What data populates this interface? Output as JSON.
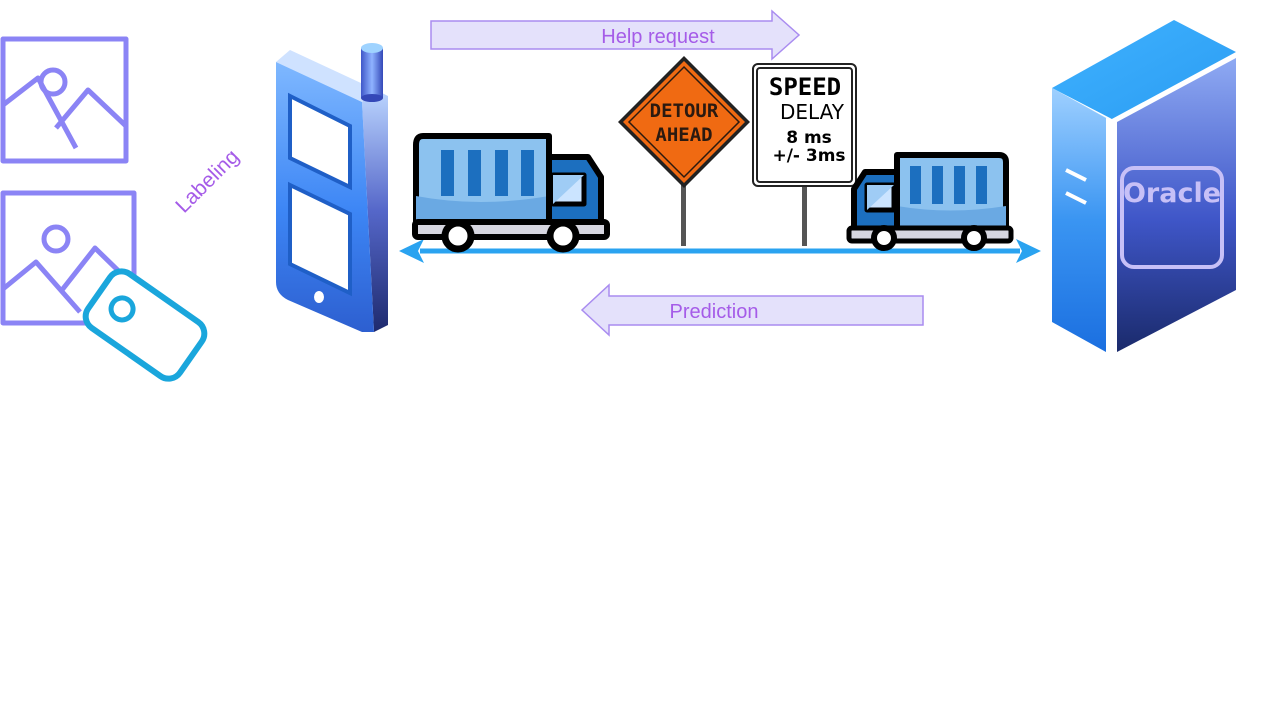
{
  "arrows": {
    "help_request": "Help request",
    "prediction": "Prediction",
    "labeling": "Labeling"
  },
  "detour_sign": {
    "line1": "DETOUR",
    "line2": "AHEAD"
  },
  "speed_sign": {
    "line1": "SPEED",
    "line2": "DELAY",
    "line3": "8 ms",
    "line4": "+/- 3ms"
  },
  "oracle": {
    "label": "Oracle"
  },
  "colors": {
    "arrow_fill": "#e4e1fb",
    "arrow_stroke": "#a98cf0",
    "arrow_text": "#a55ce8",
    "road": "#2aa3f0",
    "image_icon": "#8b84f5",
    "tag_icon": "#1aa6dc",
    "detour_sign": "#f06a12",
    "truck_blue": "#1c6fbf",
    "truck_light": "#8cc2ef"
  },
  "icons": [
    "image-icon",
    "tag-icon",
    "phone-device-icon",
    "truck-icon",
    "server-icon"
  ]
}
